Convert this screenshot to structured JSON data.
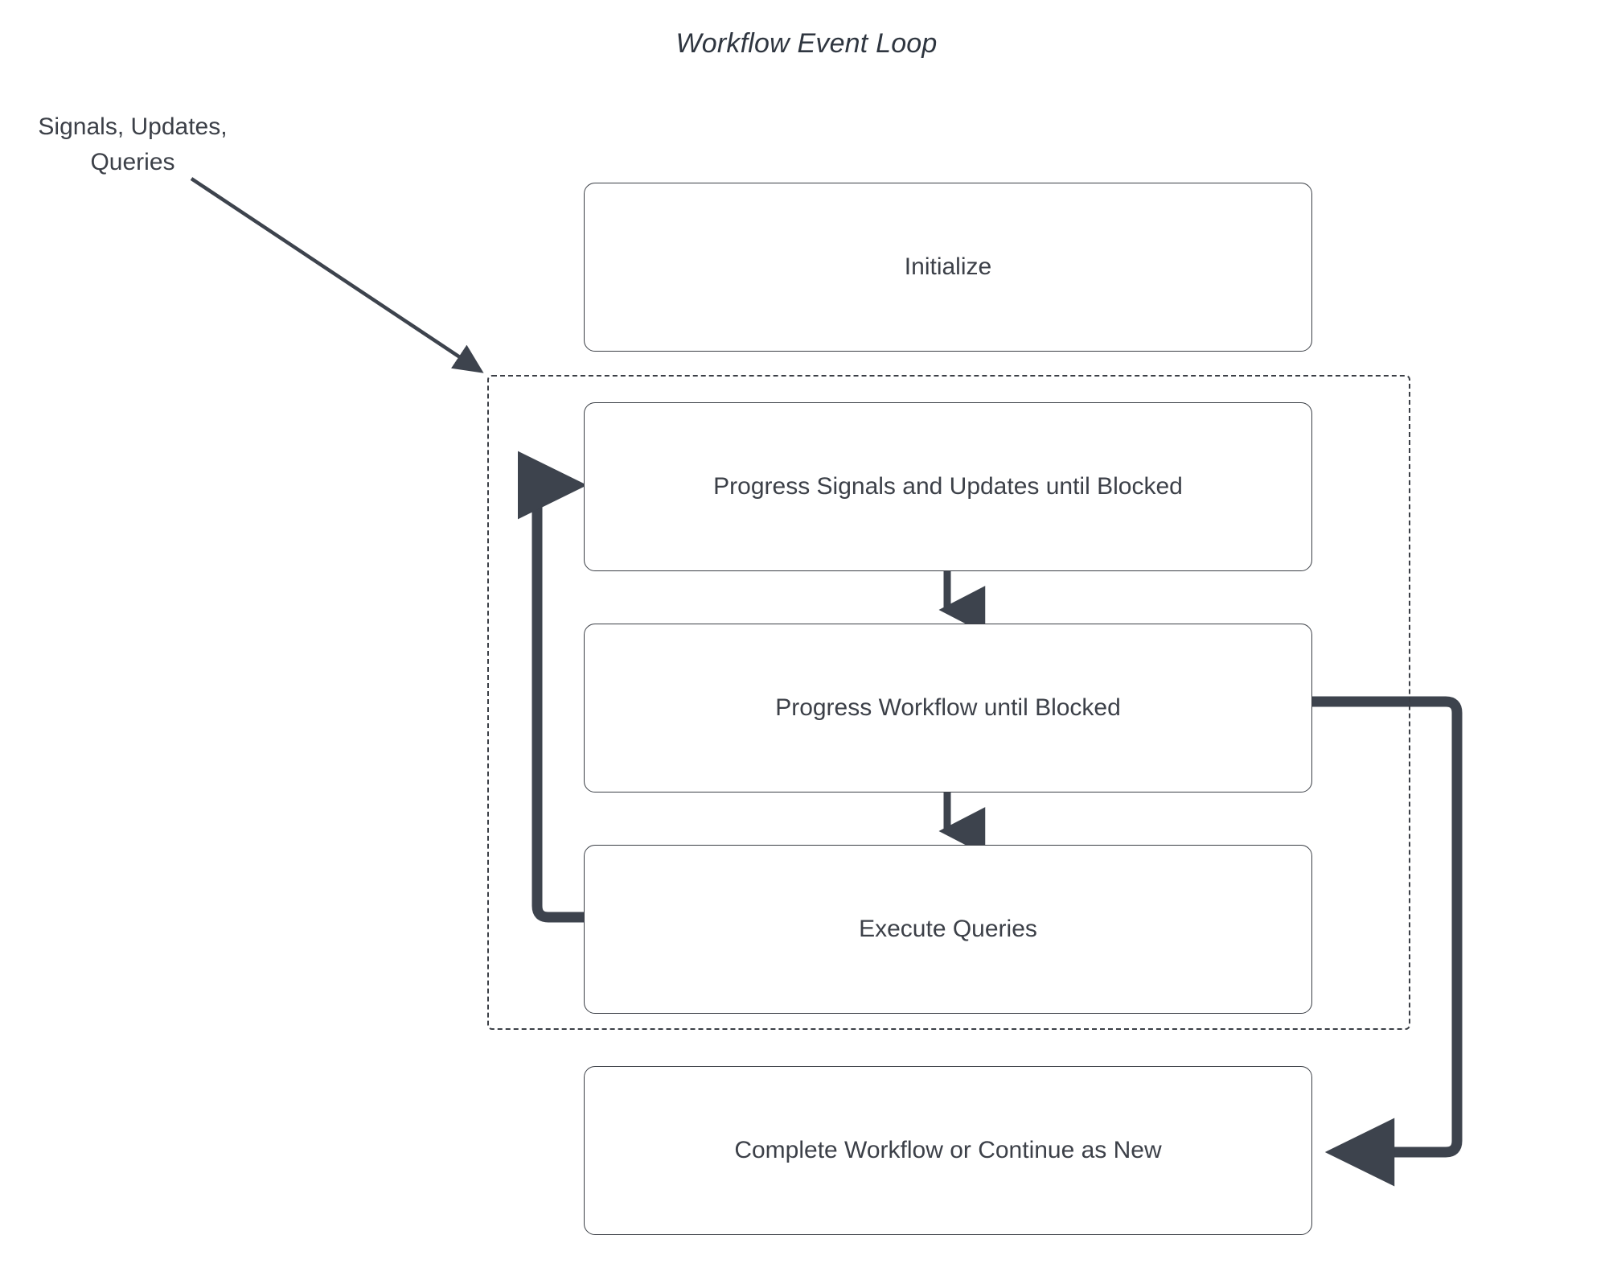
{
  "diagram": {
    "title": "Workflow Event Loop",
    "type": "flowchart",
    "external_label": {
      "line1": "Signals, Updates,",
      "line2": "Queries"
    },
    "nodes": [
      {
        "id": "initialize",
        "label": "Initialize"
      },
      {
        "id": "progress-signals",
        "label": "Progress Signals and Updates until Blocked"
      },
      {
        "id": "progress-workflow",
        "label": "Progress Workflow until Blocked"
      },
      {
        "id": "execute-queries",
        "label": "Execute Queries"
      },
      {
        "id": "complete-workflow",
        "label": "Complete Workflow or Continue as New"
      }
    ],
    "group": {
      "id": "event-loop-group",
      "style": "dashed",
      "contains": [
        "progress-signals",
        "progress-workflow",
        "execute-queries"
      ]
    },
    "edges": [
      {
        "from": "external-label",
        "to": "event-loop-group",
        "style": "thin"
      },
      {
        "from": "progress-signals",
        "to": "progress-workflow",
        "style": "thick"
      },
      {
        "from": "progress-workflow",
        "to": "execute-queries",
        "style": "thick"
      },
      {
        "from": "execute-queries",
        "to": "progress-signals",
        "style": "thick-loopback"
      },
      {
        "from": "progress-workflow",
        "to": "complete-workflow",
        "style": "thick-right"
      }
    ],
    "colors": {
      "stroke": "#3b3f46",
      "arrow": "#3d434d",
      "text": "#3c4048",
      "background": "#ffffff"
    }
  }
}
